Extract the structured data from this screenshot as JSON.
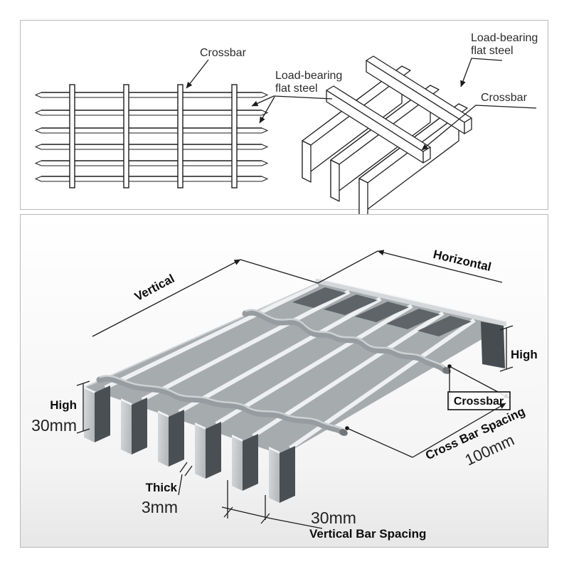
{
  "top_panel": {
    "labels": {
      "crossbar_2d": "Crossbar",
      "load_bearing_2d_line1": "Load-bearing",
      "load_bearing_2d_line2": "flat steel",
      "load_bearing_3d_line1": "Load-bearing",
      "load_bearing_3d_line2": "flat steel",
      "crossbar_3d": "Crossbar"
    }
  },
  "bottom_panel": {
    "labels": {
      "vertical": "Vertical",
      "horizontal": "Horizontal",
      "high_right": "High",
      "high_left": "High",
      "high_value": "30mm",
      "thick": "Thick",
      "thick_value": "3mm",
      "spacing_value": "30mm",
      "spacing_label": "Vertical Bar Spacing",
      "crossbar": "Crossbar",
      "cross_bar_spacing": "Cross Bar Spacing",
      "cross_bar_spacing_value": "100mm"
    }
  },
  "colors": {
    "panel_border": "#b9b9b9",
    "line_art": "#222222",
    "deck_gray": "#a6abae",
    "gap_dark": "#5f6468",
    "plate_side_dark": "#4a4f53",
    "stripe_white": "#eef0f1",
    "crossbar_gray": "#969ca0"
  }
}
